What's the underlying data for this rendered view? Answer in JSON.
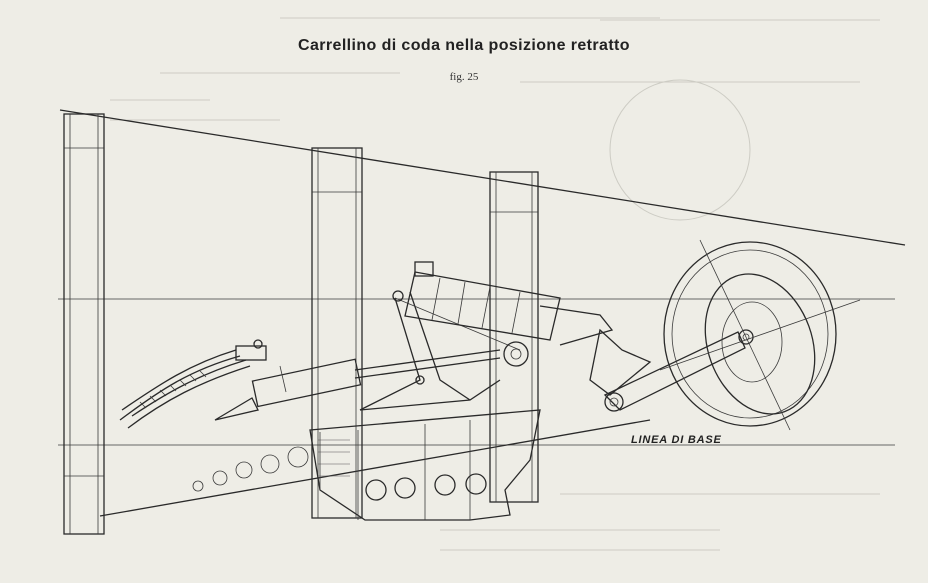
{
  "figure": {
    "title": "Carrellino di coda nella posizione retratto",
    "number": "fig. 25",
    "baseline_label": "LINEA DI BASE"
  },
  "colors": {
    "ink": "#2a2a2a",
    "paper": "#eeede6",
    "ghost": "#cdccc4"
  }
}
